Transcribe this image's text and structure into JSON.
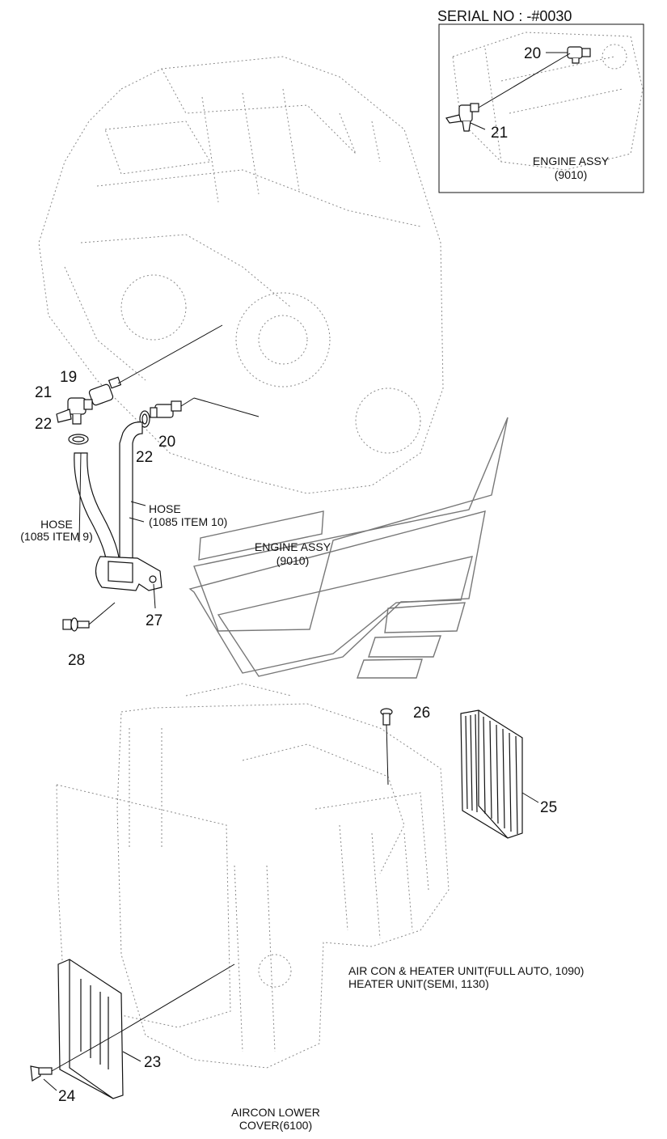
{
  "inset": {
    "title": "SERIAL NO : -#0030",
    "callouts": [
      "20",
      "21"
    ],
    "engine_label": "ENGINE ASSY",
    "engine_code": "(9010)"
  },
  "main": {
    "callouts": {
      "c19": "19",
      "c21": "21",
      "c22a": "22",
      "c22b": "22",
      "c20": "20",
      "c27": "27",
      "c28": "28",
      "c26": "26",
      "c25": "25",
      "c23": "23",
      "c24": "24"
    },
    "hose_left": {
      "line1": "HOSE",
      "line2": "(1085 ITEM 9)"
    },
    "hose_right": {
      "line1": "HOSE",
      "line2": "(1085 ITEM 10)"
    },
    "engine_label": "ENGINE ASSY",
    "engine_code": "(9010)",
    "aircon_unit": {
      "line1": "AIR CON & HEATER UNIT(FULL AUTO, 1090)",
      "line2": "HEATER UNIT(SEMI, 1130)"
    },
    "aircon_cover": {
      "line1": "AIRCON LOWER",
      "line2": "COVER(6100)"
    }
  },
  "colors": {
    "line": "#111111",
    "dotted": "#8a8a8a",
    "background": "#ffffff"
  }
}
